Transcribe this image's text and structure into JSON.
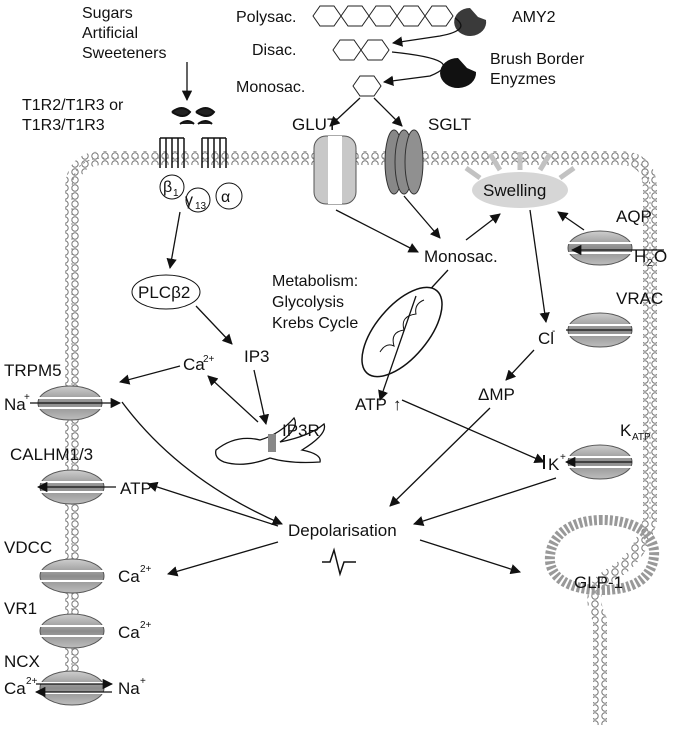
{
  "stimulus": {
    "line1": "Sugars",
    "line2": "Artificial",
    "line3": "Sweeteners"
  },
  "receptor": {
    "line1": "T1R2/T1R3 or",
    "line2": "T1R3/T1R3",
    "beta": "β",
    "beta_sub": "1",
    "gamma": "γ",
    "gamma_sub": "13",
    "alpha": "α"
  },
  "carbs": {
    "poly": "Polysac.",
    "di": "Disac.",
    "mono": "Monosac.",
    "amy2": "AMY2",
    "brush1": "Brush Border",
    "brush2": "Enyzmes"
  },
  "transporters": {
    "glut": "GLUT",
    "sglt": "SGLT"
  },
  "intracellular": {
    "swelling": "Swelling",
    "monosac": "Monosac.",
    "metab1": "Metabolism:",
    "metab2": "Glycolysis",
    "metab3": "Krebs Cycle",
    "plc": "PLCβ2",
    "ip3": "IP3",
    "ip3r": "IP3R",
    "ca": "Ca",
    "ca_sup": "2+",
    "atp": "ATP",
    "atp_arrow": "↑",
    "cl": "Cl",
    "cl_sup": "-",
    "dmp": "ΔMP",
    "k": "K",
    "k_sup": "+",
    "depol": "Depolarisation",
    "glp1": "GLP-1"
  },
  "channels": {
    "trpm5": "TRPM5",
    "trpm5_ion": "Na",
    "trpm5_ion_sup": "+",
    "calhm": "CALHM1/3",
    "calhm_atp": "ATP",
    "vdcc": "VDCC",
    "vdcc_ion": "Ca",
    "vdcc_ion_sup": "2+",
    "vr1": "VR1",
    "vr1_ion": "Ca",
    "vr1_ion_sup": "2+",
    "ncx": "NCX",
    "ncx_in": "Ca",
    "ncx_in_sup": "2+",
    "ncx_out": "Na",
    "ncx_out_sup": "+",
    "aqp": "AQP",
    "aqp_ion": "H",
    "aqp_ion_sub": "2",
    "aqp_ion_tail": "O",
    "vrac": "VRAC",
    "katp": "K",
    "katp_sub": "ATP"
  },
  "colors": {
    "membrane": "#9a9a9a",
    "channel": "#9e9e9e",
    "dark": "#222222",
    "swelling": "#d6d6d6"
  }
}
